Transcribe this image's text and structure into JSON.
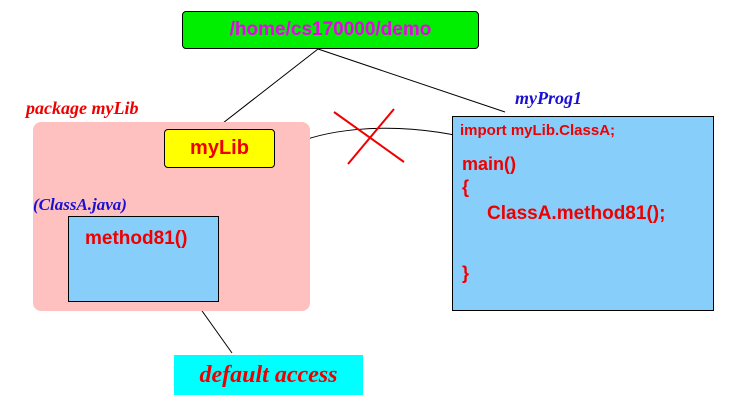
{
  "colors": {
    "directory_fill": "#00ee00",
    "directory_text": "#ee00ee",
    "package_fill": "#ffc0c0",
    "package_label": "#ee0000",
    "mylib_fill": "#ffff00",
    "mylib_text": "#ee0000",
    "class_fill": "#87cefa",
    "class_label": "#1a10d0",
    "code_text": "#ee0000",
    "access_fill": "#00ffff",
    "access_text": "#ee0000",
    "cross": "#ee0000",
    "line": "#000000"
  },
  "directory": {
    "label": "/home/cs170000/demo"
  },
  "package": {
    "label": "package myLib",
    "name_box": "myLib",
    "class_file": "(ClassA.java)",
    "method": "method81()"
  },
  "program": {
    "label": "myProg1",
    "code": [
      "import  myLib.ClassA;",
      "main()",
      "{",
      "ClassA.method81();",
      "}"
    ]
  },
  "access_note": "default access",
  "blocked_call_icon": "cross-mark"
}
